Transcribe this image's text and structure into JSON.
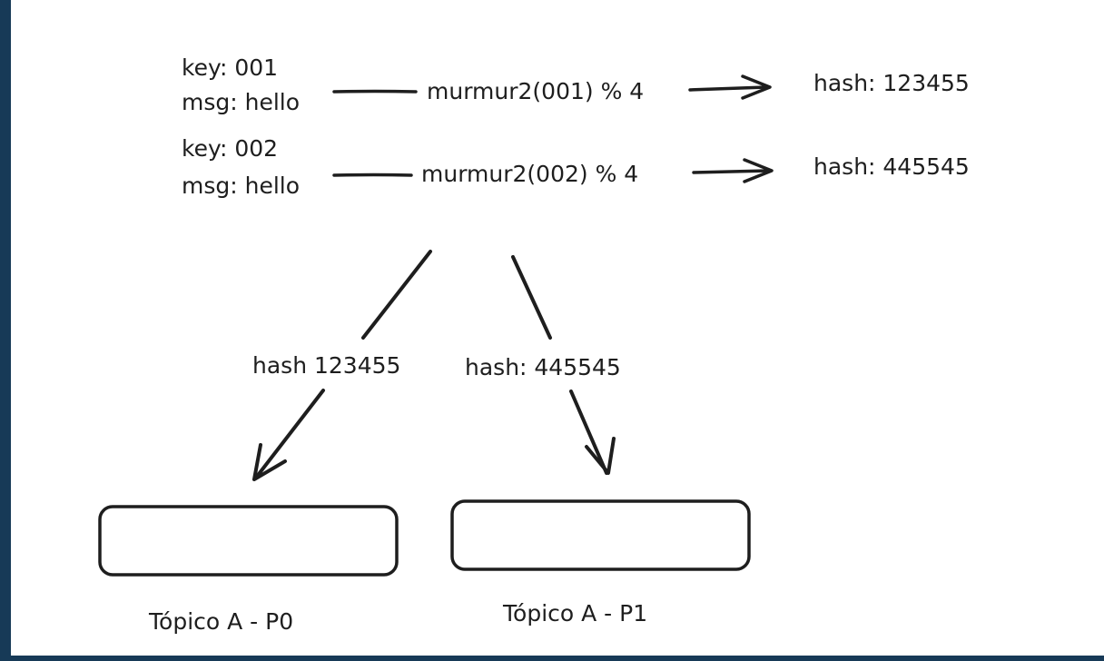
{
  "colors": {
    "frame": "#173a57",
    "canvas": "#ffffff",
    "ink": "#1e1e1e"
  },
  "messages": [
    {
      "key": "key: 001",
      "msg": "msg: hello",
      "fn": "murmur2(001) % 4",
      "hash": "hash: 123455"
    },
    {
      "key": "key: 002",
      "msg": "msg: hello",
      "fn": "murmur2(002) % 4",
      "hash": "hash: 445545"
    }
  ],
  "branches": {
    "left_label": "hash 123455",
    "right_label": "hash: 445545"
  },
  "partitions": [
    {
      "label": "Tópico A - P0"
    },
    {
      "label": "Tópico A - P1"
    }
  ]
}
